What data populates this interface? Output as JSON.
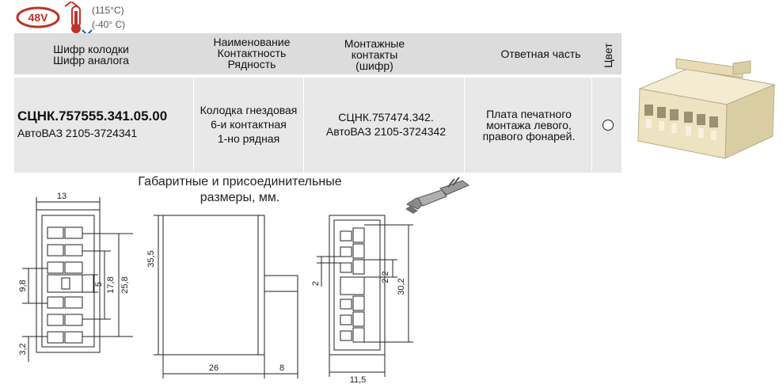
{
  "header": {
    "voltage_badge": "48V",
    "temp_high": "(115°C)",
    "temp_low": "(-40° C)"
  },
  "table": {
    "columns": {
      "code": [
        "Шифр колодки",
        "Шифр аналога"
      ],
      "name": [
        "Наименование",
        "Контактность",
        "Рядность"
      ],
      "contacts": [
        "Монтажные",
        "контакты",
        "(шифр)"
      ],
      "mate": "Ответная часть",
      "color": "Цвет"
    },
    "row": {
      "code": "СЦНК.757555.341.05.00",
      "analog": "АвтоВАЗ 2105-3724341",
      "name": [
        "Колодка гнездовая",
        "6-и контактная",
        "1-но рядная"
      ],
      "contacts": [
        "СЦНК.757474.342.",
        "АвтоВАЗ 2105-3724342"
      ],
      "mate": [
        "Плата печатного",
        "монтажа левого,",
        "правого фонарей."
      ]
    }
  },
  "dimensions": {
    "title": [
      "Габаритные и присоединительные",
      "размеры, мм."
    ],
    "labels": {
      "w13": "13",
      "d9_8": "9,8",
      "d5": "5",
      "d17_8": "17,8",
      "d25_8": "25,8",
      "d3_2": "3,2",
      "h35_5": "35,5",
      "l26": "26",
      "l8": "8",
      "d2": "2",
      "d2_2": "2,2",
      "d30_2": "30,2",
      "w11_5": "11,5"
    }
  },
  "colors": {
    "badge_red": "#c0312b",
    "header_bg": "#dcdcdc",
    "body_bg": "#e8e8e8",
    "connector_ivory": "#ede3c0"
  }
}
